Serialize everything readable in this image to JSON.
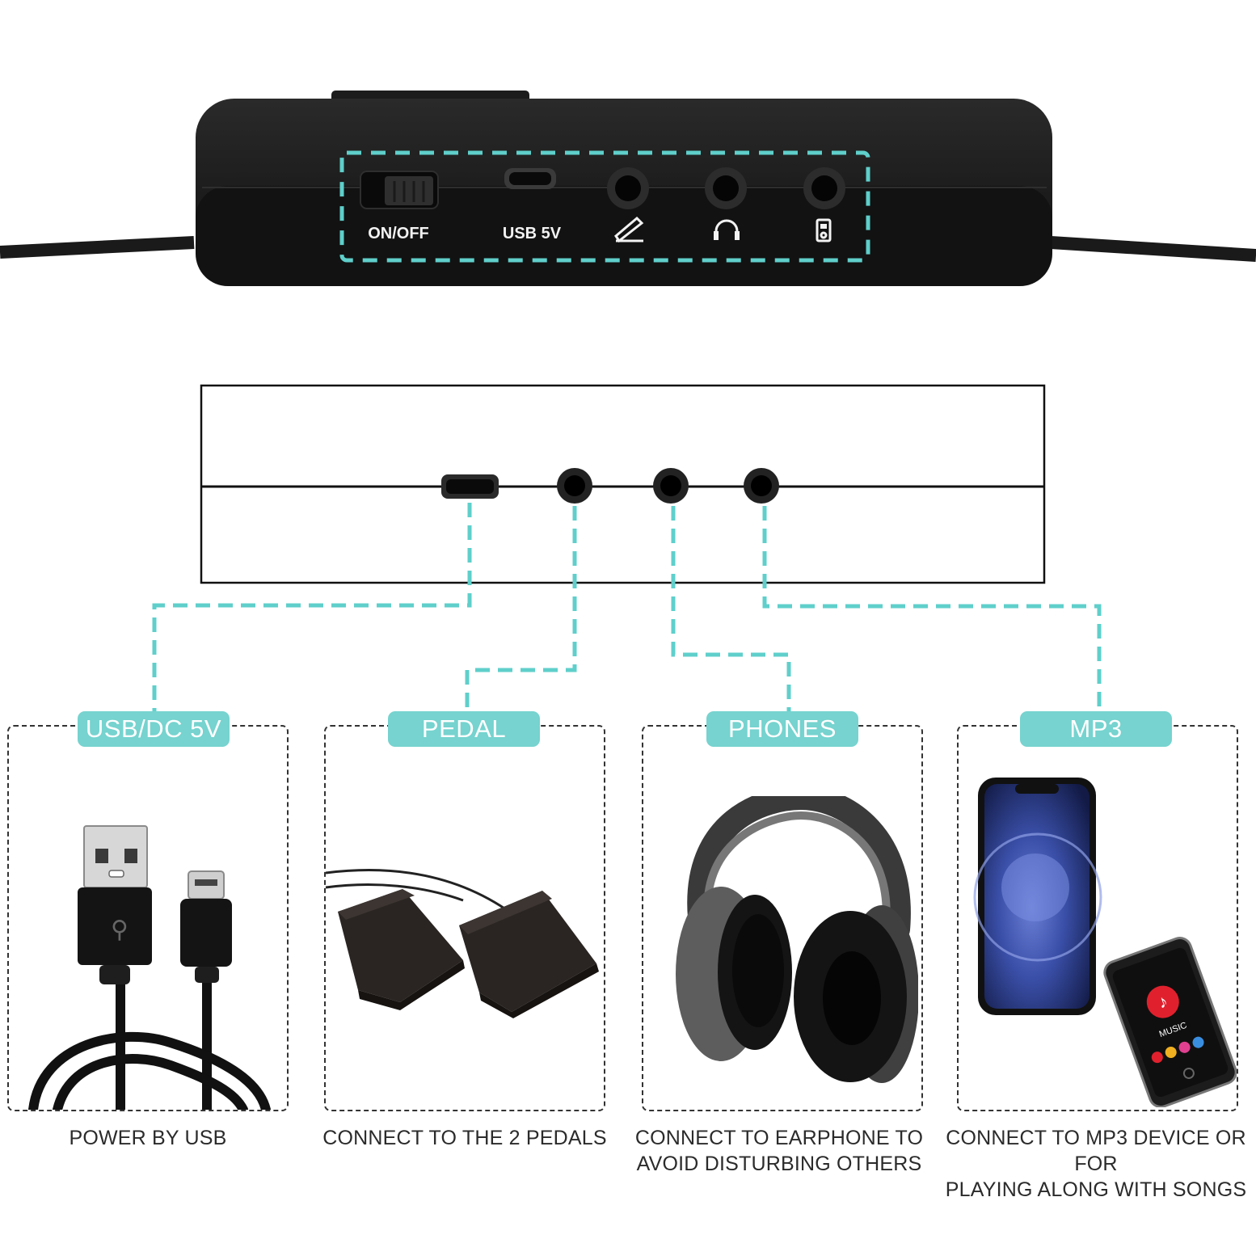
{
  "device": {
    "switch_label": "ON/OFF",
    "usb_label": "USB 5V",
    "port_icons": [
      "pedal-icon",
      "headphones-icon",
      "mp3-player-icon"
    ]
  },
  "ports": [
    {
      "badge": "USB/DC 5V",
      "caption_lines": [
        "POWER BY USB"
      ]
    },
    {
      "badge": "PEDAL",
      "caption_lines": [
        "CONNECT TO THE 2 PEDALS"
      ]
    },
    {
      "badge": "PHONES",
      "caption_lines": [
        "CONNECT TO EARPHONE TO",
        "AVOID DISTURBING OTHERS"
      ]
    },
    {
      "badge": "MP3",
      "caption_lines": [
        "CONNECT TO MP3 DEVICE OR FOR",
        "PLAYING ALONG WITH SONGS"
      ]
    }
  ],
  "phone_screen_text": "MUSIC",
  "colors": {
    "accent": "#76d3cf",
    "device": "#141414"
  }
}
